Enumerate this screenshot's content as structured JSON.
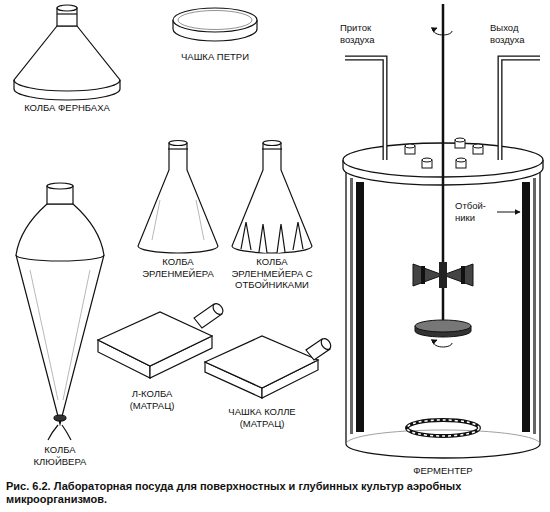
{
  "diagram": {
    "caption": "Рис. 6.2. Лабораторная посуда для поверхностных и глубинных культур аэробных микроорганизмов.",
    "labels": [
      "КОЛБА ФЕРНБАХА",
      "ЧАШКА ПЕТРИ",
      "Приток воздуха",
      "Выход воздуха",
      "КОЛБА ЭРЛЕНМЕЙЕРА",
      "КОЛБА ЭРЛЕНМЕЙЕРА С ОТБОЙНИКАМИ",
      "Отбой- ники",
      "Л-КОЛБА (МАТРАЦ)",
      "ЧАШКА КОЛЛЕ (МАТРАЦ)",
      "КОЛБА КЛЮЙВЕРА",
      "ФЕРМЕНТЕР"
    ]
  }
}
